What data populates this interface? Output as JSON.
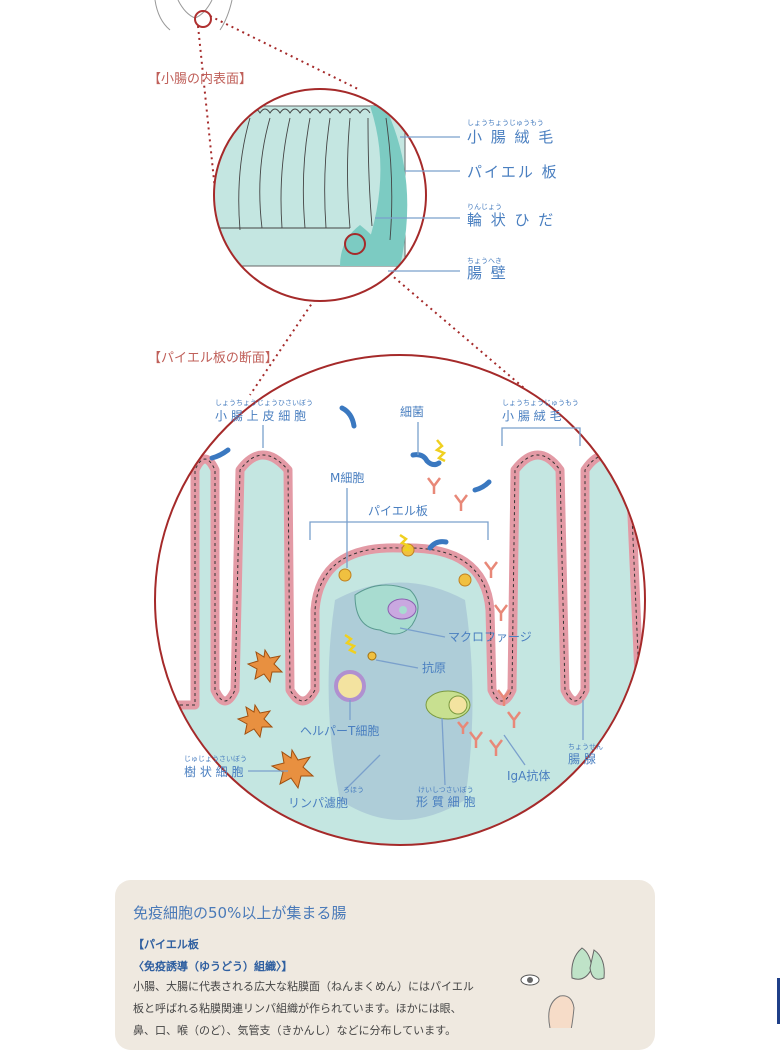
{
  "inner_surface": {
    "heading": "【小腸の内表面】",
    "villi": {
      "ruby": "しょうちょうじゅうもう",
      "text": "小 腸 絨 毛"
    },
    "peyer": {
      "text": "パイエル 板"
    },
    "folds": {
      "ruby": "りんじょう",
      "text": "輪 状 ひ だ"
    },
    "wall": {
      "ruby": "ちょうへき",
      "text": "腸 壁"
    }
  },
  "cross_section": {
    "heading": "【パイエル板の断面】",
    "epithelial": {
      "ruby": "しょうちょうじょうひさいぼう",
      "text": "小 腸 上 皮 細 胞"
    },
    "bacteria": {
      "text": "細菌"
    },
    "villi": {
      "ruby": "しょうちょうじゅうもう",
      "text": "小 腸 絨 毛"
    },
    "m_cell": {
      "text": "M細胞"
    },
    "peyer": {
      "text": "パイエル板"
    },
    "macrophage": {
      "text": "マクロファージ"
    },
    "antigen": {
      "text": "抗原"
    },
    "helper_t": {
      "text": "ヘルパーT細胞"
    },
    "dendritic": {
      "ruby": "じゅじょうさいぼう",
      "text": "樹 状 細 胞"
    },
    "follicle": {
      "ruby": "ろほう",
      "text": "リンパ濾胞"
    },
    "plasma": {
      "ruby": "けいしつさいぼう",
      "text": "形 質 細 胞"
    },
    "iga": {
      "text": "IgA抗体"
    },
    "gland": {
      "ruby": "ちょうせん",
      "text": "腸 腺"
    }
  },
  "card": {
    "title": "免疫細胞の50%以上が集まる腸",
    "sub1": "【パイエル板",
    "sub2": "〈免疫誘導（ゆうどう）組織〉】",
    "body": [
      "小腸、大腸に代表される広大な粘膜面（ねんまくめん）にはパイエル",
      "板と呼ばれる粘膜関連リンパ組織が作られています。ほかには眼、",
      "鼻、口、喉（のど）、気管支（きかんし）などに分布しています。"
    ]
  },
  "colors": {
    "label": "#4a7fc0",
    "heading": "#c0605a",
    "ring": "#a52a2a",
    "tissue": "#c4e6e1",
    "card": "#efe9e0"
  }
}
